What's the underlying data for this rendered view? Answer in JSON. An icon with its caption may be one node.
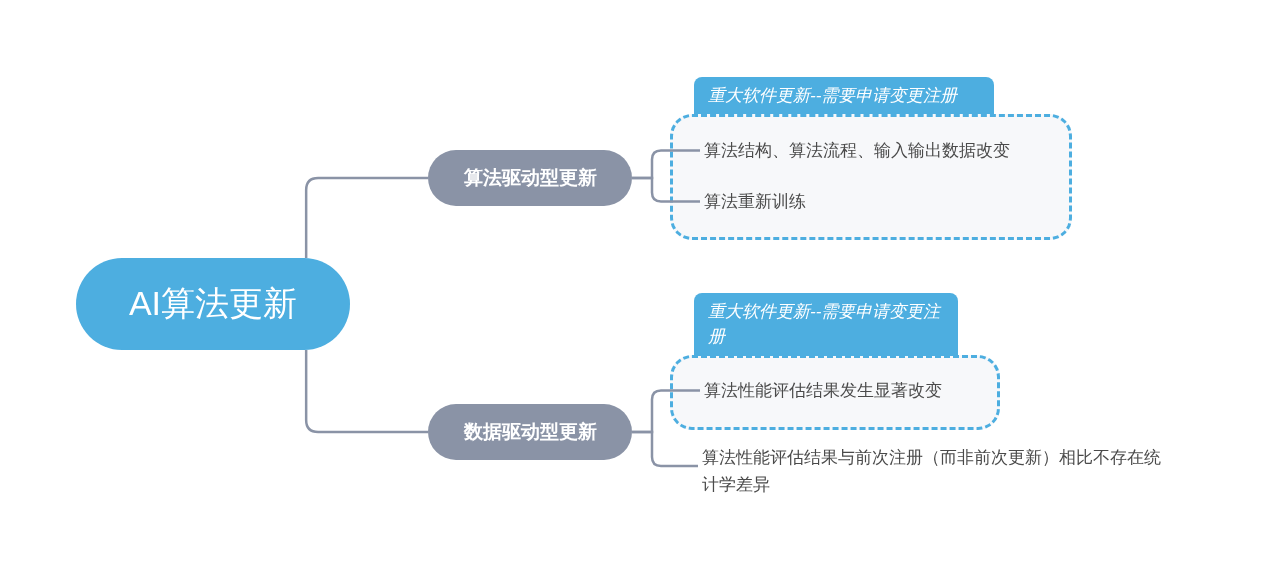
{
  "diagram": {
    "nodes": [
      {
        "text": [
          "AI算法更新"
        ]
      },
      {
        "text": [
          "算法驱动型更新"
        ]
      },
      {
        "text": [
          "重大软件更新--需要申请变更注册"
        ]
      },
      {
        "text": [
          "算法结构、算法流程、输入输出数据改变"
        ],
        "in": 2
      },
      {
        "text": [
          "算法重新训练"
        ],
        "in": 2
      },
      {
        "text": [
          "数据驱动型更新"
        ]
      },
      {
        "text": [
          "重大软件更新--需要申请变更注册"
        ]
      },
      {
        "text": [
          "算法性能评估结果发生显著改变"
        ],
        "in": 6
      },
      {
        "text": [
          "算法性能评估结果与前次注册（而非前次更新）相比不存在统计学差异"
        ]
      }
    ],
    "edges": [
      {
        "from": 0,
        "to": 1,
        "arrow": "none"
      },
      {
        "from": 0,
        "to": 5,
        "arrow": "none"
      },
      {
        "from": 1,
        "to": 3,
        "arrow": "none"
      },
      {
        "from": 1,
        "to": 4,
        "arrow": "none"
      },
      {
        "from": 5,
        "to": 7,
        "arrow": "none"
      },
      {
        "from": 5,
        "to": 8,
        "arrow": "none"
      }
    ]
  }
}
